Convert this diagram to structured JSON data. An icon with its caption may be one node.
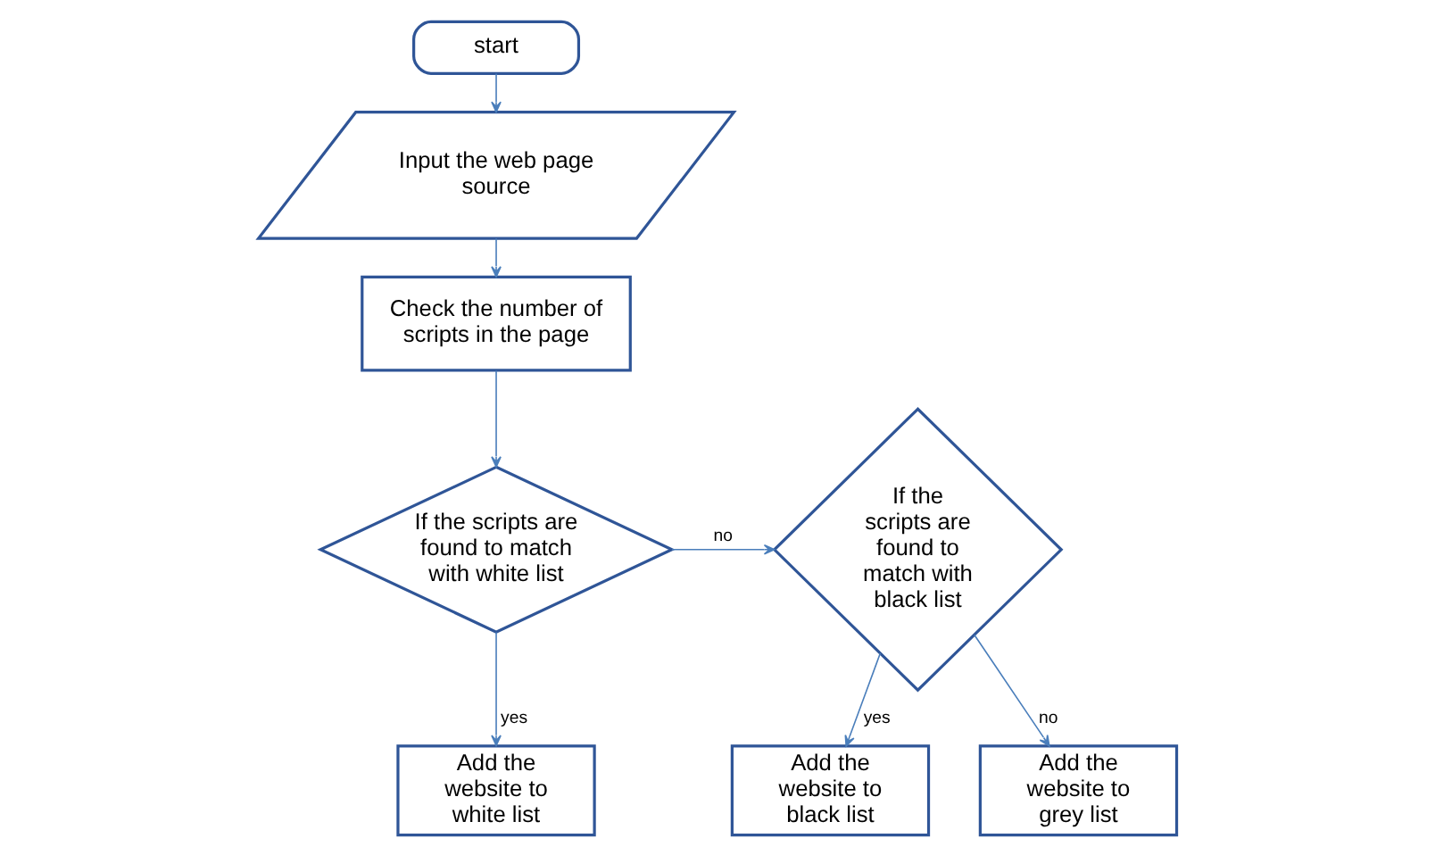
{
  "diagram": {
    "nodes": [
      {
        "text": [
          "start"
        ]
      },
      {
        "text": [
          "Input the web page source"
        ]
      },
      {
        "text": [
          "Check the number of scripts in the page"
        ]
      },
      {
        "text": [
          "If the scripts are found to match with white list"
        ]
      },
      {
        "text": [
          "If the scripts are found to match with black list"
        ]
      },
      {
        "text": [
          "Add the website to white list"
        ]
      },
      {
        "text": [
          "Add the website to black list"
        ]
      },
      {
        "text": [
          "Add the website to grey list"
        ]
      }
    ],
    "edges": [
      {
        "from": 0,
        "to": 1,
        "arrow": "to"
      },
      {
        "from": 1,
        "to": 2,
        "arrow": "to"
      },
      {
        "from": 2,
        "to": 3,
        "arrow": "to"
      },
      {
        "from": 3,
        "to": 5,
        "arrow": "to",
        "label": "yes"
      },
      {
        "from": 3,
        "to": 4,
        "arrow": "to",
        "label": "no"
      },
      {
        "from": 4,
        "to": 6,
        "arrow": "to",
        "label": "yes"
      },
      {
        "from": 4,
        "to": 7,
        "arrow": "to",
        "label": "no"
      }
    ]
  }
}
